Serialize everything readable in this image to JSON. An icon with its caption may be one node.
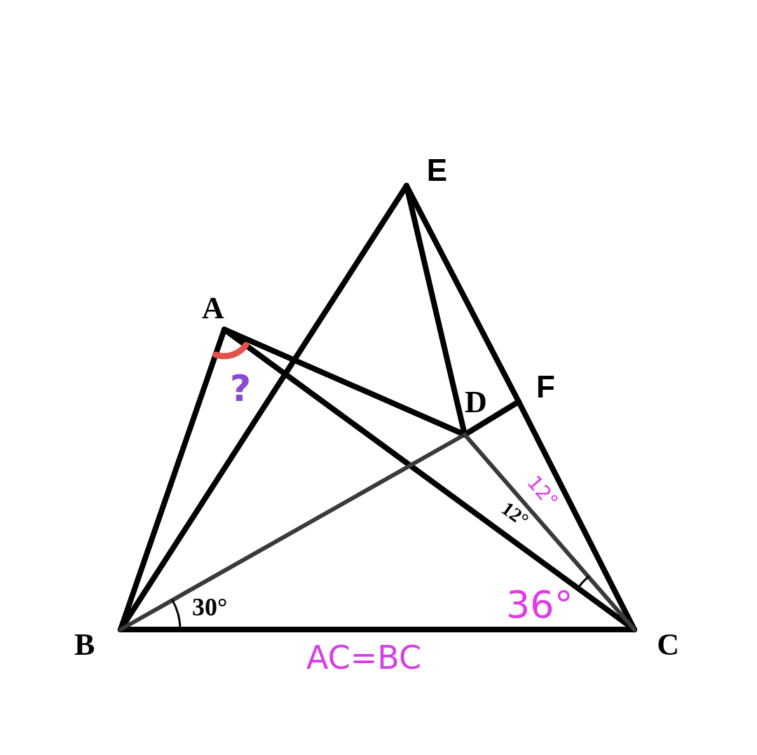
{
  "diagram": {
    "nodes": [
      {
        "text": [
          "E"
        ]
      },
      {
        "text": [
          "A"
        ]
      },
      {
        "text": [
          "D"
        ]
      },
      {
        "text": [
          "F"
        ]
      },
      {
        "text": [
          "B"
        ]
      },
      {
        "text": [
          "C"
        ]
      }
    ],
    "edges": [
      {
        "from": 1,
        "to": 4,
        "arrow": "none"
      },
      {
        "from": 1,
        "to": 5,
        "arrow": "none"
      },
      {
        "from": 1,
        "to": 2,
        "arrow": "none"
      },
      {
        "from": 4,
        "to": 5,
        "arrow": "none"
      },
      {
        "from": 4,
        "to": 0,
        "arrow": "none"
      },
      {
        "from": 0,
        "to": 3,
        "arrow": "none"
      },
      {
        "from": 3,
        "to": 5,
        "arrow": "none"
      },
      {
        "from": 0,
        "to": 2,
        "arrow": "none"
      },
      {
        "from": 4,
        "to": 2,
        "arrow": "none",
        "color": "#3a3a3a"
      },
      {
        "from": 2,
        "to": 3,
        "arrow": "none"
      },
      {
        "from": 2,
        "to": 5,
        "arrow": "none",
        "color": "#3a3a3a"
      }
    ],
    "labels": [
      "?",
      "12°",
      "12°",
      "30°",
      "36°",
      "AC=BC"
    ]
  }
}
